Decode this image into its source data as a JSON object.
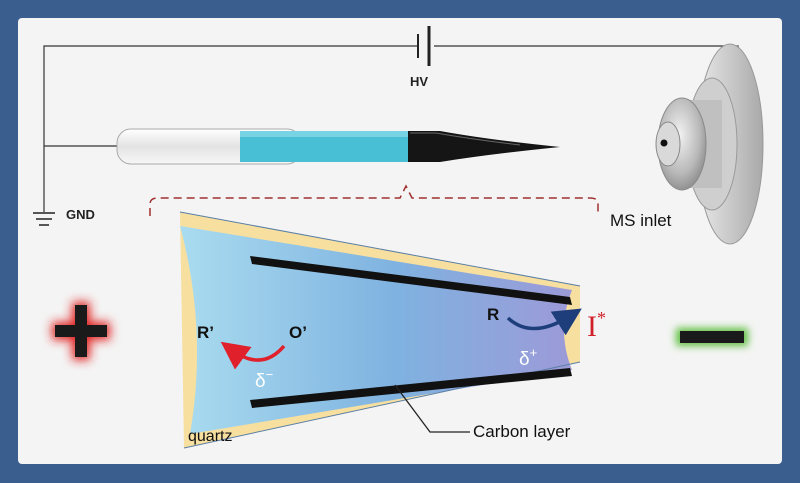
{
  "labels": {
    "hv": "HV",
    "gnd": "GND",
    "ms_inlet": "MS inlet",
    "r_prime": "R’",
    "o_prime": "O’",
    "r": "R",
    "delta_minus": "δ",
    "delta_minus_sup": "−",
    "delta_plus": "δ",
    "delta_plus_sup": "+",
    "i_star": "I",
    "i_star_sup": "*",
    "quartz": "quartz",
    "carbon_layer": "Carbon layer"
  },
  "colors": {
    "frame": "#3a5f8e",
    "panel": "#f4f4f4",
    "glass_fill": "#49bfd6",
    "carbon": "#111111",
    "quartz": "#f7dfa0",
    "bracket": "#a03030",
    "red_arrow": "#e0202a",
    "blue_arrow": "#1d3e7a",
    "plus": "#1a1a1a",
    "plus_glow": "#e02020",
    "minus": "#1a1a1a",
    "minus_glow": "#5fbf3f",
    "i_star": "#d0202a"
  },
  "icons": {
    "battery": "battery-symbol-icon",
    "ground": "ground-symbol-icon",
    "ms_inlet": "ms-inlet-cone-icon",
    "plus": "plus-sign-icon",
    "minus": "minus-sign-icon"
  }
}
